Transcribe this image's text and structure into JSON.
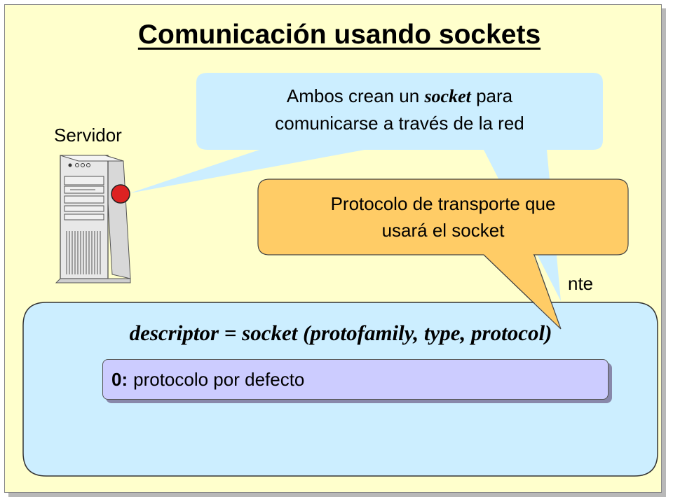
{
  "slide": {
    "title": "Comunicación usando sockets",
    "server_label": "Servidor",
    "client_label_partial": "nte"
  },
  "callout_top": {
    "line1_before": "Ambos crean un ",
    "line1_emph": "socket",
    "line1_after": " para",
    "line2": "comunicarse a través de la red"
  },
  "callout_orange": {
    "line1": "Protocolo de transporte que",
    "line2": "usará el socket"
  },
  "code_panel": {
    "signature": "descriptor = socket (protofamily, type, protocol)",
    "note_num": "0:",
    "note_text": "protocolo por defecto"
  },
  "colors": {
    "slide_bg": "#ffffcc",
    "callout_blue": "#cceeff",
    "callout_orange": "#ffcc66",
    "note_lavender": "#ccccff",
    "socket_red": "#dd2222"
  }
}
